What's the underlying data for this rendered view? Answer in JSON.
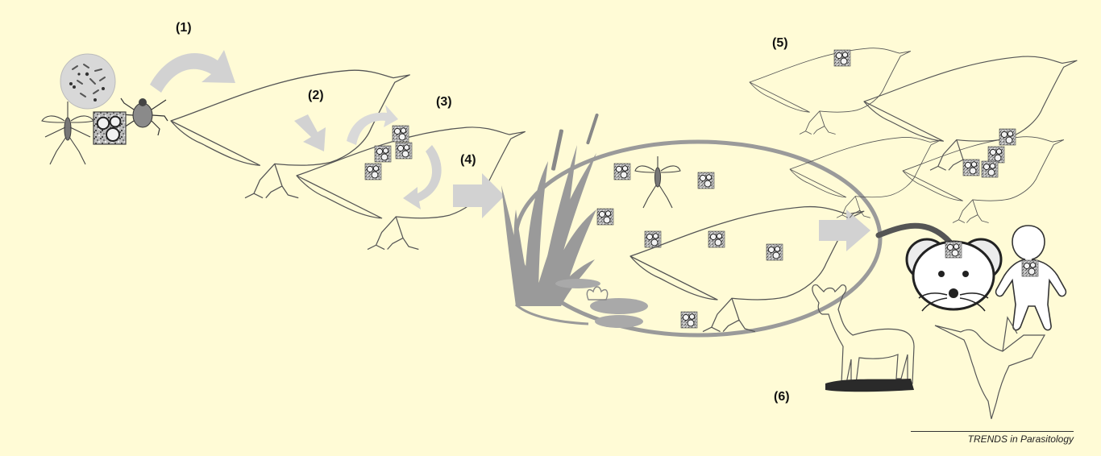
{
  "steps": {
    "s1": "(1)",
    "s2": "(2)",
    "s3": "(3)",
    "s4": "(4)",
    "s5": "(5)",
    "s6": "(6)"
  },
  "credit": "TRENDS in Parasitology",
  "colors": {
    "background": "#fffbd6",
    "arrow": "#d2d2d2",
    "outline": "#555555",
    "wetland": "#9a9a9a"
  },
  "icons": [
    "petri-dish-icon",
    "mosquito-icon",
    "tick-icon",
    "virus-micrograph-icon",
    "bird-icon",
    "wetland-icon",
    "mouse-icon",
    "human-icon",
    "deer-icon",
    "hummingbird-icon"
  ]
}
